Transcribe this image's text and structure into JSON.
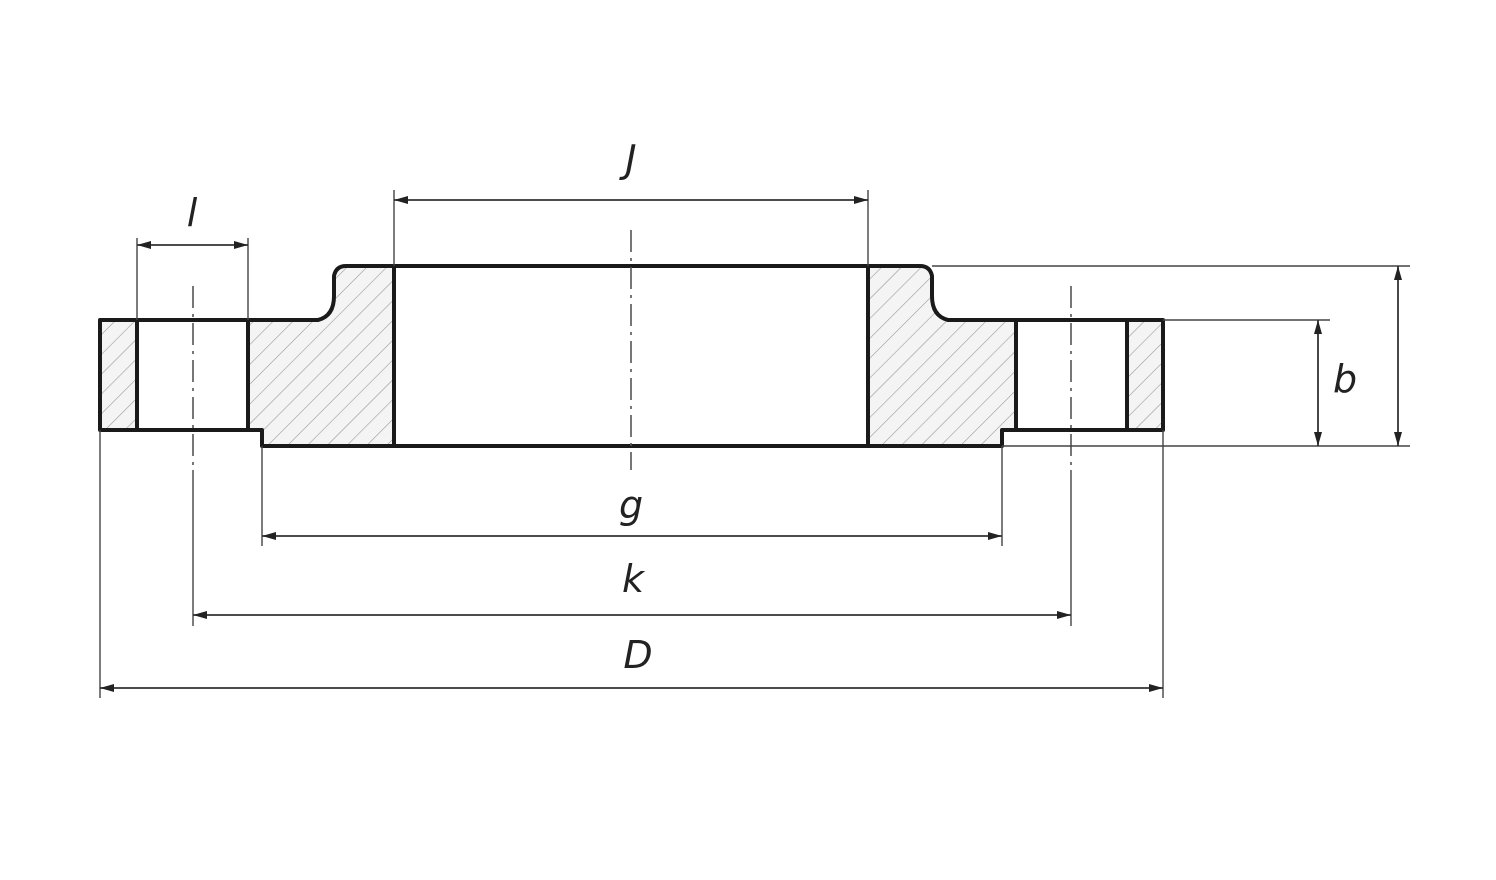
{
  "diagram": {
    "labels": {
      "J": "J",
      "l": "l",
      "b": "b",
      "g": "g",
      "k": "k",
      "D": "D"
    },
    "colors": {
      "outline": "#1a1a1a",
      "hatch": "#9a9a9a",
      "dimension": "#333333"
    }
  }
}
